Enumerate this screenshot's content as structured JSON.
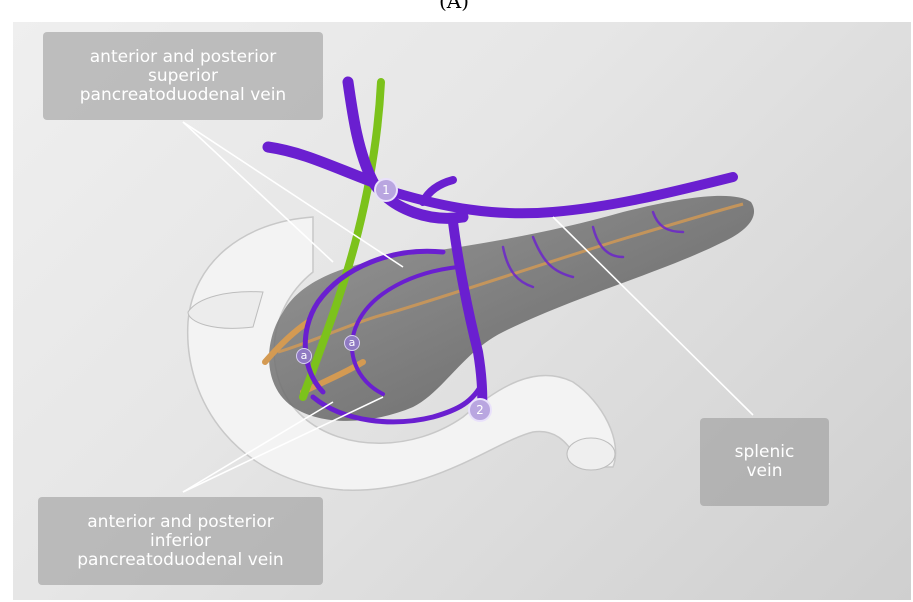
{
  "header": {
    "partial_label": "(A)"
  },
  "labels": {
    "superior": [
      "anterior and posterior",
      "superior",
      "pancreatoduodenal vein"
    ],
    "inferior": [
      "anterior and posterior",
      "inferior",
      "pancreatoduodenal vein"
    ],
    "splenic": [
      "splenic",
      "vein"
    ]
  },
  "markers": {
    "one": "1",
    "two": "2",
    "a_left": "a",
    "a_right": "a"
  },
  "colors": {
    "vein": "#6a1fd0",
    "bile_duct": "#7cc21b",
    "artery": "#d49a52",
    "pancreas": "#5e5e5e",
    "duodenum": "#f2f2f2",
    "label_bg": "#969696"
  }
}
